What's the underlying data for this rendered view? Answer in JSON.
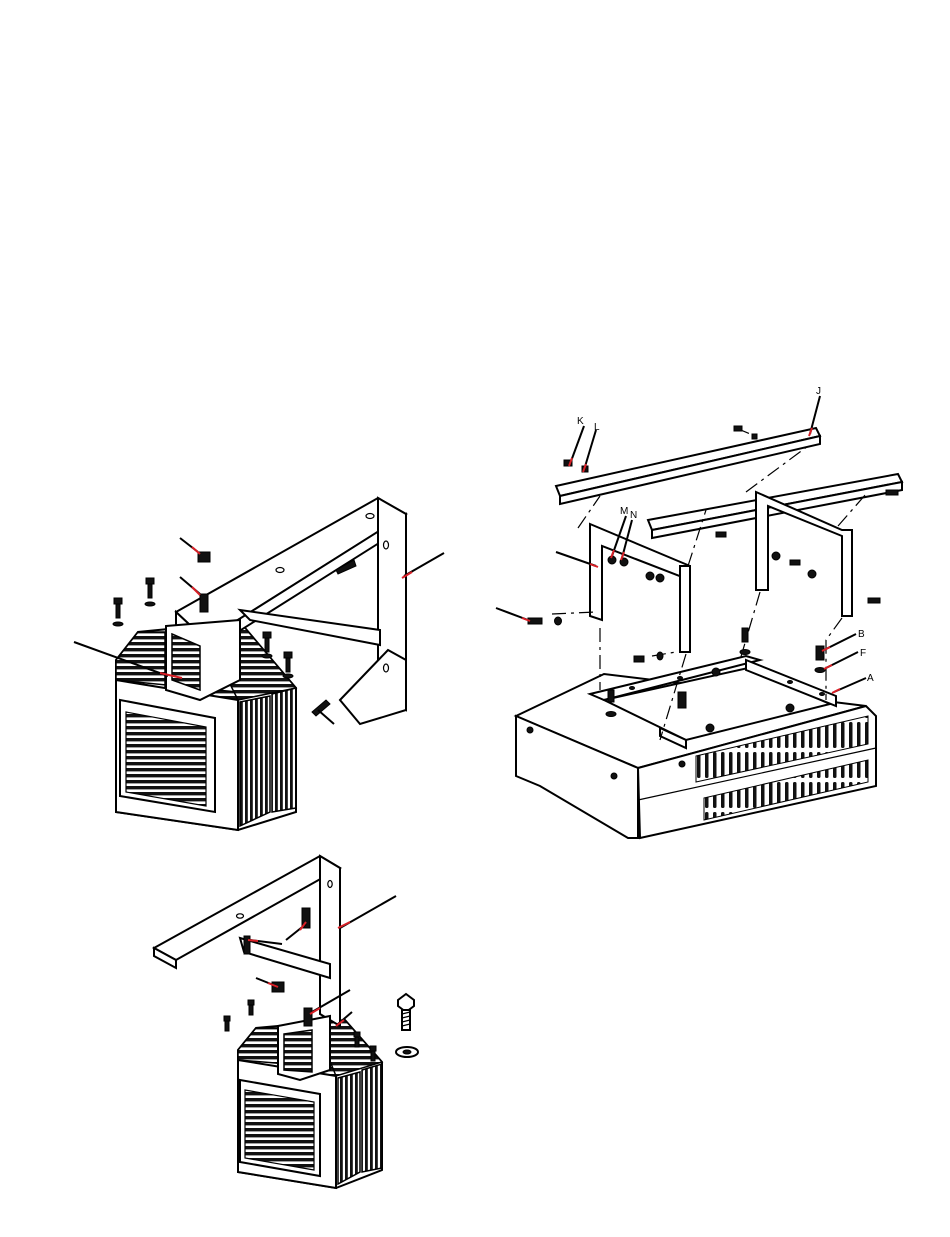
{
  "figure": {
    "labels": {
      "J": "J",
      "K": "K",
      "L": "L",
      "M": "M",
      "N": "N",
      "B": "B",
      "F": "F",
      "A": "A"
    }
  },
  "colors": {
    "line": "#000000",
    "leader_arrow": "#d81f26",
    "background": "#ffffff"
  }
}
